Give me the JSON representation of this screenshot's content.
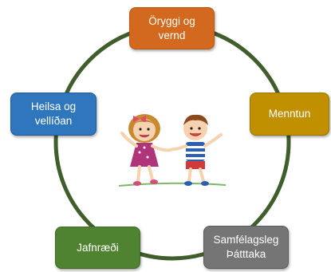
{
  "diagram": {
    "ring_color": "#3f5e2c",
    "nodes": [
      {
        "id": "top",
        "label": "Öryggi og\nvernd",
        "color": "#d2691e"
      },
      {
        "id": "right",
        "label": "Menntun",
        "color": "#c09000"
      },
      {
        "id": "left",
        "label": "Heilsa og\nvellíðan",
        "color": "#2f76bc"
      },
      {
        "id": "bottom_left",
        "label": "Jafnræði",
        "color": "#4f8332"
      },
      {
        "id": "bottom_right",
        "label": "Samfélagsleg\nÞátttaka",
        "color": "#757575"
      }
    ],
    "center_image": "two-children-holding-hands-illustration"
  }
}
